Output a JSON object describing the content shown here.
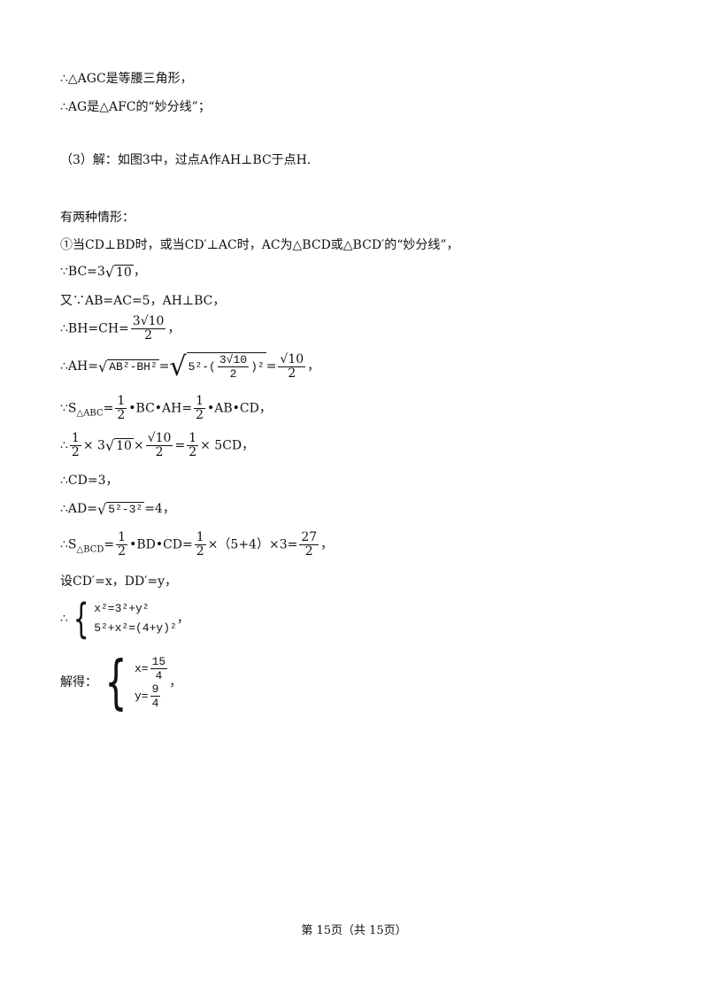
{
  "lines": {
    "l1": "∴△AGC是等腰三角形，",
    "l2": "∴AG是△AFC的“妙分线”；",
    "l3": "（3）解：如图3中，过点A作AH⊥BC于点H.",
    "l4": "有两种情形：",
    "l5": "①当CD⊥BD时，或当CD′⊥AC时，AC为△BCD或△BCD′的“妙分线”，",
    "l6_prefix": "∵BC=3",
    "l6_rad": "10",
    "l6_suffix": "，",
    "l7": "又∵AB=AC=5，AH⊥BC，",
    "l8_prefix": "∴BH=CH=",
    "l8_num": "3√10",
    "l8_den": "2",
    "l8_suffix": "，",
    "l9_prefix": "∴AH=",
    "l9_rad1": "AB²-BH²",
    "l9_eq": "=",
    "l9_rad2_a": "5²-(",
    "l9_rad2_num": "3√10",
    "l9_rad2_den": "2",
    "l9_rad2_b": ")²",
    "l9_eq2": "=",
    "l9_num": "√10",
    "l9_den": "2",
    "l9_suffix": "，",
    "l10_a": "∵S",
    "l10_sub": "△ABC",
    "l10_b": "=",
    "l10_half": "1",
    "l10_two": "2",
    "l10_c": "•BC•AH=",
    "l10_d": "•AB•CD，",
    "l11_a": "∴",
    "l11_b": "× 3",
    "l11_rad": "10",
    "l11_c": "×",
    "l11_num": "√10",
    "l11_den": "2",
    "l11_d": "=",
    "l11_e": "× 5CD，",
    "l12": "∴CD=3，",
    "l13_a": "∴AD=",
    "l13_rad": "5²-3²",
    "l13_b": "=4，",
    "l14_a": "∴S",
    "l14_sub": "△BCD",
    "l14_b": "=",
    "l14_c": "•BD•CD=",
    "l14_d": "×（5+4）×3=",
    "l14_num": "27",
    "l14_den": "2",
    "l14_e": "，",
    "l15": "设CD′=x，DD′=y，",
    "l16_prefix": "∴",
    "l16_eq1": "x²=3²+y²",
    "l16_eq2": "5²+x²=(4+y)²",
    "l16_suffix": "，",
    "l17_prefix": "解得：",
    "l17_x": "x=",
    "l17_x_num": "15",
    "l17_x_den": "4",
    "l17_y": "y=",
    "l17_y_num": "9",
    "l17_y_den": "4",
    "l17_suffix": "，"
  },
  "footer": "第 15页（共 15页）"
}
